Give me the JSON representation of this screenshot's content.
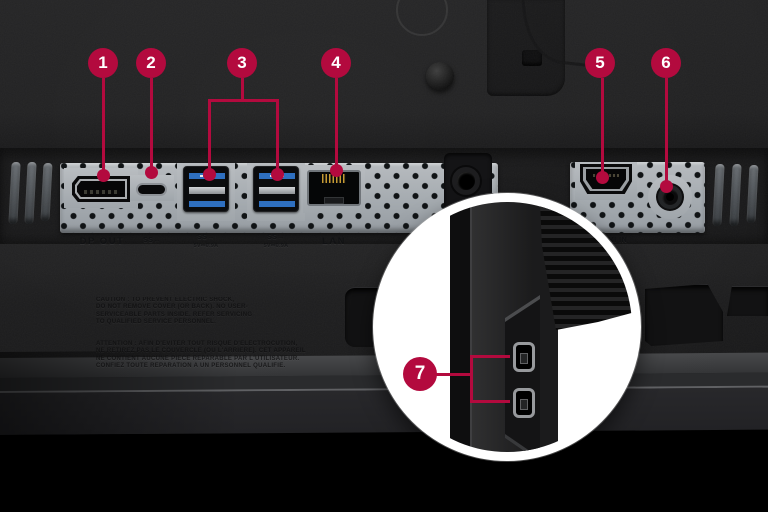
{
  "figure": {
    "subject": "Monitor rear connection panel with numbered port callouts and magnified side-view inset"
  },
  "colors": {
    "accent": "#b30a3e",
    "panel_grey": "#a5abb0",
    "usb_blue": "#2e6fc0",
    "inset_ring": "#ffffff"
  },
  "callouts": {
    "items": [
      {
        "number": "1",
        "target": "displayport-out"
      },
      {
        "number": "2",
        "target": "usb-c-port"
      },
      {
        "number": "3",
        "target": "usb-a-3-0-ports"
      },
      {
        "number": "4",
        "target": "lan-port"
      },
      {
        "number": "5",
        "target": "hdmi-in"
      },
      {
        "number": "6",
        "target": "headphone-out"
      },
      {
        "number": "7",
        "target": "side-usb-ports"
      }
    ]
  },
  "port_labels": {
    "displayport": "DP OUT",
    "usb_c": "SS↔",
    "usb_a_line1": "SS→",
    "usb_a_line2": "5V⎓0.9A",
    "lan": "LAN",
    "hdmi": "HDMI IN",
    "audio_icon": "∩"
  },
  "caution_label": {
    "english": "CAUTION : TO PREVENT ELECTRIC SHOCK,\nDO NOT REMOVE COVER (OR BACK). NO USER-\nSERVICEABLE PARTS INSIDE. REFER SERVICING\nTO QUALIFIED SERVICE PERSONNEL.",
    "french": "ATTENTION : AFIN D'EVITER TOUT RISQUE D'ELECTROCUTION,\nNE RETIREZ PAS LE COUVERCLE (OU L'ARRIERE). CET APPAREIL\nNE CONTIENT AUCUNE PIECE REPARABLE PAR L'UTILISATEUR.\nCONFIEZ TOUTE REPARATION A UN PERSONNEL QUALIFIE."
  }
}
